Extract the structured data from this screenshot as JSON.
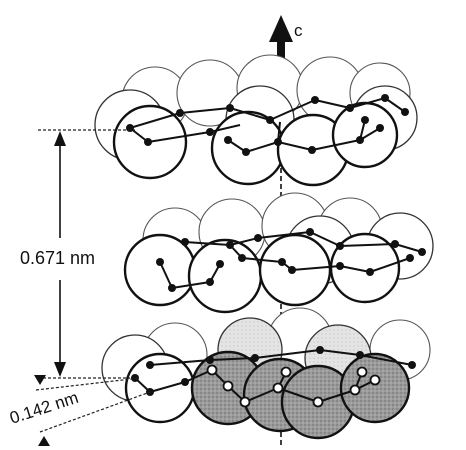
{
  "axis": {
    "label": "c"
  },
  "dimensions": {
    "interlayer": "0.671 nm",
    "bond": "0.142 nm"
  },
  "colors": {
    "ink": "#111111",
    "shaded_atom": "#9a9a9a",
    "light_atom": "#ffffff"
  },
  "structure": {
    "layers": 3,
    "stacking": "ABA",
    "highlighted_layer": "bottom"
  }
}
